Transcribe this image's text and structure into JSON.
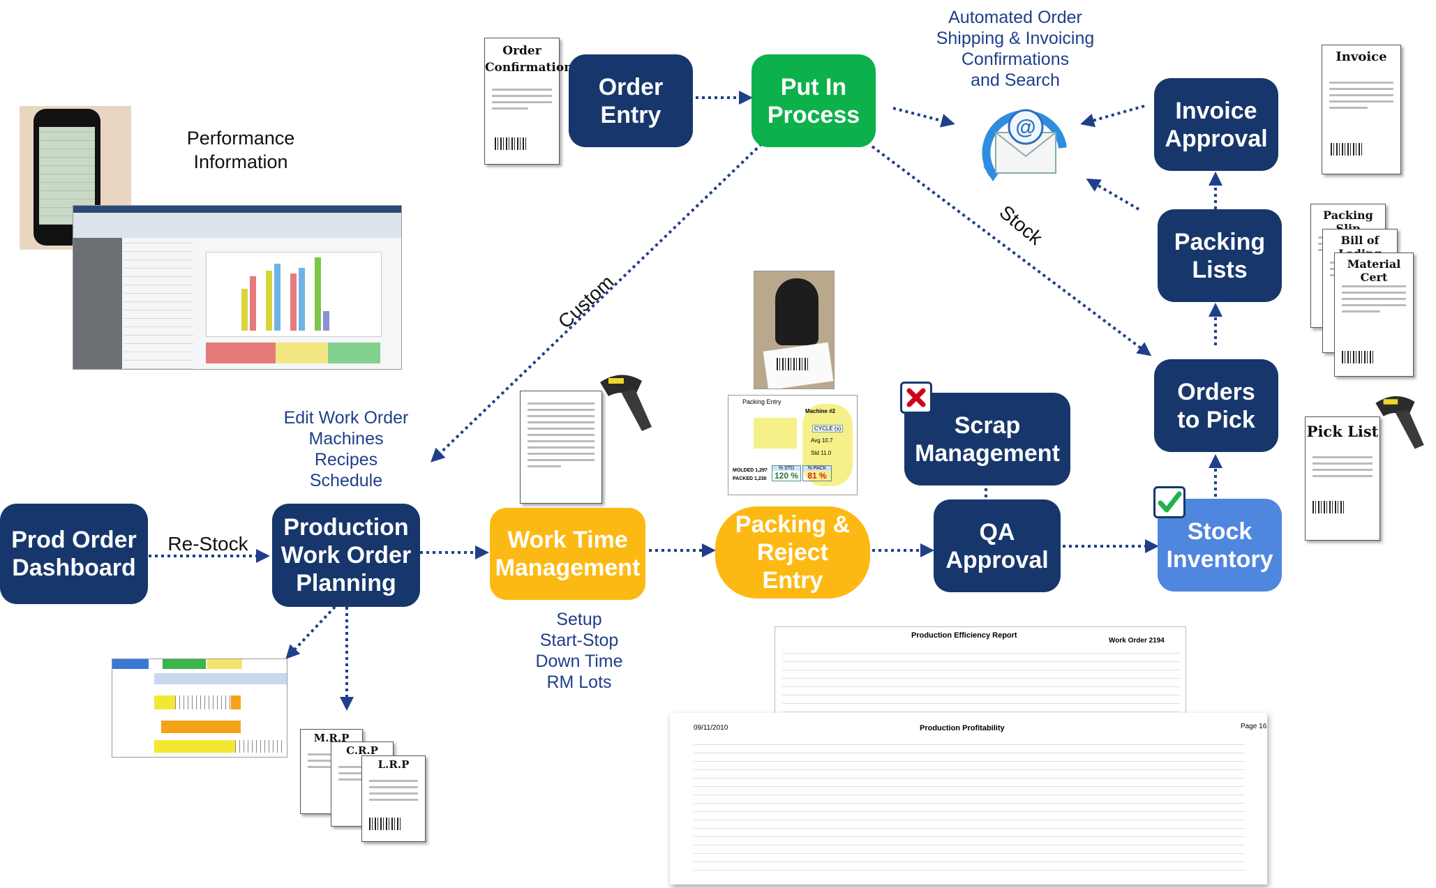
{
  "nodes": {
    "order_entry": "Order\nEntry",
    "put_in_process": "Put In\nProcess",
    "invoice_approval": "Invoice\nApproval",
    "packing_lists": "Packing\nLists",
    "orders_to_pick": "Orders\nto Pick",
    "stock_inventory": "Stock\nInventory",
    "scrap_management": "Scrap\nManagement",
    "qa_approval": "QA\nApproval",
    "packing_reject_entry": "Packing &\nReject\nEntry",
    "work_time_management": "Work Time\nManagement",
    "production_work_order_planning": "Production\nWork Order\nPlanning",
    "prod_order_dashboard": "Prod Order\nDashboard"
  },
  "labels": {
    "automated_order": "Automated Order\nShipping & Invoicing\nConfirmations\nand Search",
    "performance_information": "Performance\nInformation",
    "edit_work_order": "Edit Work Order\nMachines\nRecipes\nSchedule",
    "setup_list": "Setup\nStart-Stop\nDown Time\nRM Lots",
    "re_stock": "Re-Stock",
    "custom": "Custom",
    "stock": "Stock"
  },
  "documents": {
    "order_confirmation": "Order\nConfirmation",
    "invoice": "Invoice",
    "packing_slip": "Packing Slip",
    "bill_of_lading": "Bill of Lading",
    "material_cert": "Material Cert",
    "pick_list": "Pick List",
    "mrp": "M.R.P",
    "crp": "C.R.P",
    "lrp": "L.R.P"
  },
  "reports": {
    "efficiency_title": "Production Efficiency Report",
    "efficiency_work_order": "Work Order  2194",
    "profitability_title": "Production Profitability",
    "profitability_date": "09/11/2010",
    "profitability_page": "Page 16"
  },
  "packing_screen": {
    "title": "Packing Entry",
    "machine": "Machine #2",
    "cycle_label": "CYCLE (s)",
    "avg_label": "Avg",
    "avg_value": "10.7",
    "std_label": "Std",
    "std_value": "11.0",
    "molded_label": "MOLDED",
    "molded_value": "1,297",
    "packed_label": "PACKED",
    "packed_value": "1,230",
    "pct_std_label": "% STD",
    "pct_std_value": "120 %",
    "pct_pack_label": "% PACK",
    "pct_pack_value": "81 %"
  },
  "colors": {
    "navy": "#17376c",
    "green": "#0db14b",
    "yellow": "#fdb913",
    "light_blue": "#4f86de",
    "arrow": "#1f3f8a",
    "scrap_x": "#d0021b",
    "check": "#22b14c"
  },
  "icons": [
    "email-icon",
    "barcode-scanner-icon",
    "smartphone-icon",
    "check-icon",
    "x-icon"
  ]
}
